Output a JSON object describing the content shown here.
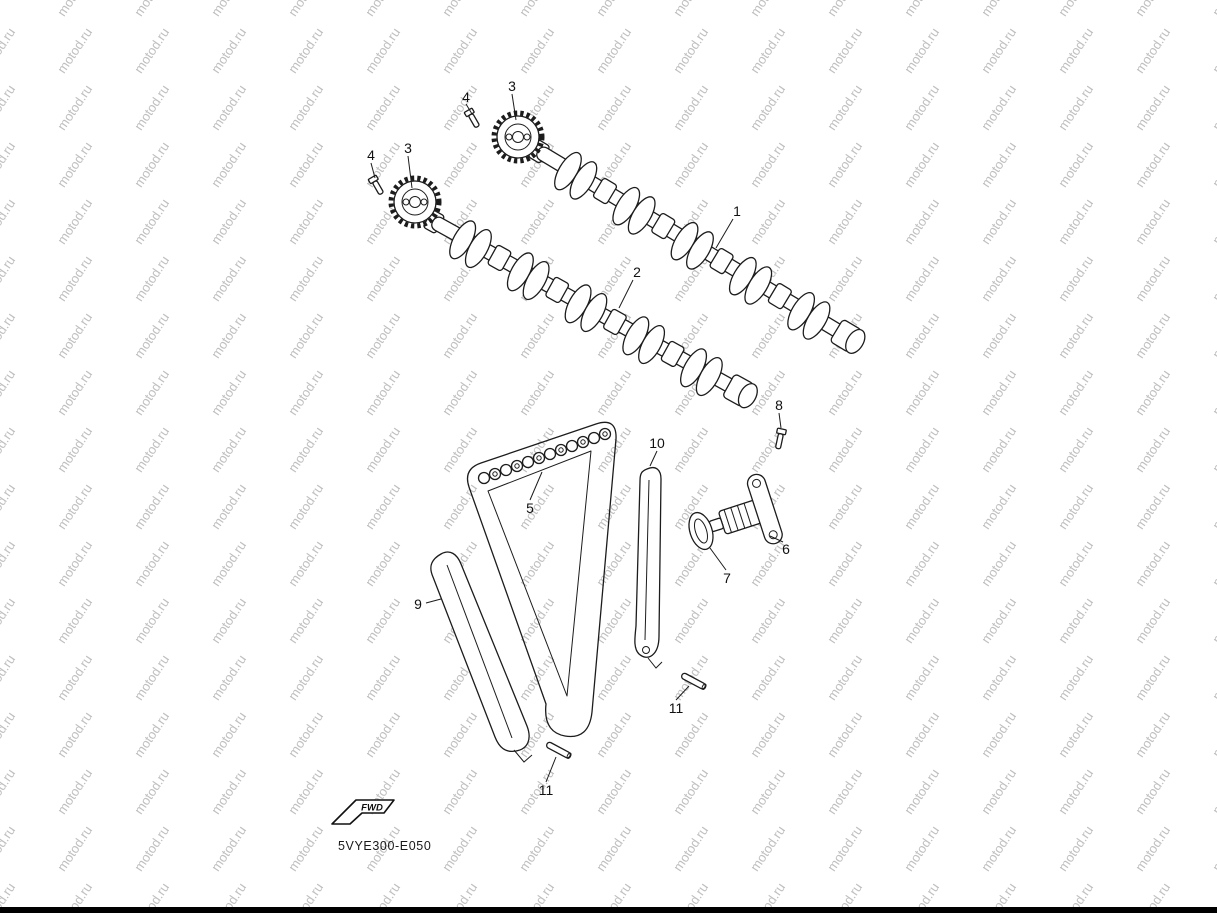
{
  "watermark": {
    "text": "motod.ru",
    "color": "#bfbfbf"
  },
  "footer": {
    "code": "5VYE300-E050",
    "fwd_label": "FWD"
  },
  "callouts": [
    {
      "label": "4",
      "part": "sprocket-bolt-upper"
    },
    {
      "label": "3",
      "part": "cam-sprocket-upper"
    },
    {
      "label": "4",
      "part": "sprocket-bolt-lower"
    },
    {
      "label": "3",
      "part": "cam-sprocket-lower"
    },
    {
      "label": "1",
      "part": "camshaft-upper"
    },
    {
      "label": "2",
      "part": "camshaft-lower"
    },
    {
      "label": "8",
      "part": "tensioner-bolt"
    },
    {
      "label": "10",
      "part": "chain-guide-rear"
    },
    {
      "label": "5",
      "part": "timing-chain"
    },
    {
      "label": "6",
      "part": "chain-tensioner"
    },
    {
      "label": "7",
      "part": "tensioner-gasket"
    },
    {
      "label": "9",
      "part": "chain-guide-front"
    },
    {
      "label": "11",
      "part": "guide-pin-rear"
    },
    {
      "label": "11",
      "part": "guide-pin-front"
    }
  ]
}
